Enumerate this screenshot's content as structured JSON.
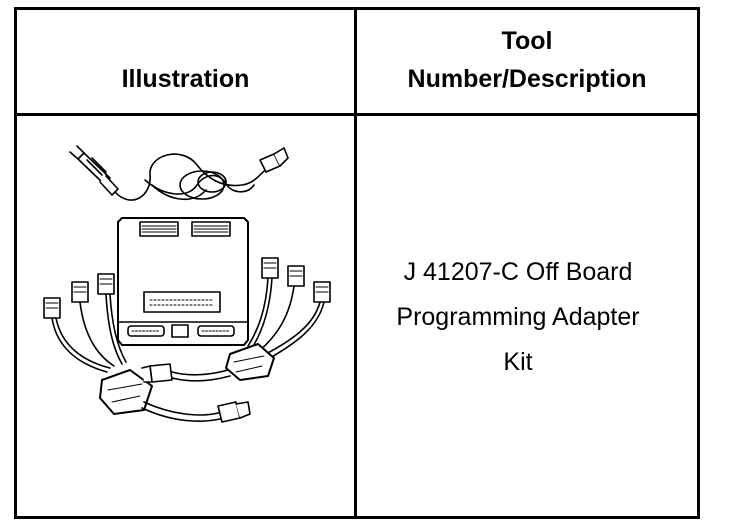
{
  "table": {
    "headers": {
      "illustration": "Illustration",
      "tool_line1": "Tool",
      "tool_line2": "Number/Description"
    },
    "rows": [
      {
        "illustration_icon": "programming-adapter-kit-drawing",
        "description_lines": [
          "J 41207-C Off Board",
          "Programming Adapter",
          "Kit"
        ]
      }
    ]
  }
}
